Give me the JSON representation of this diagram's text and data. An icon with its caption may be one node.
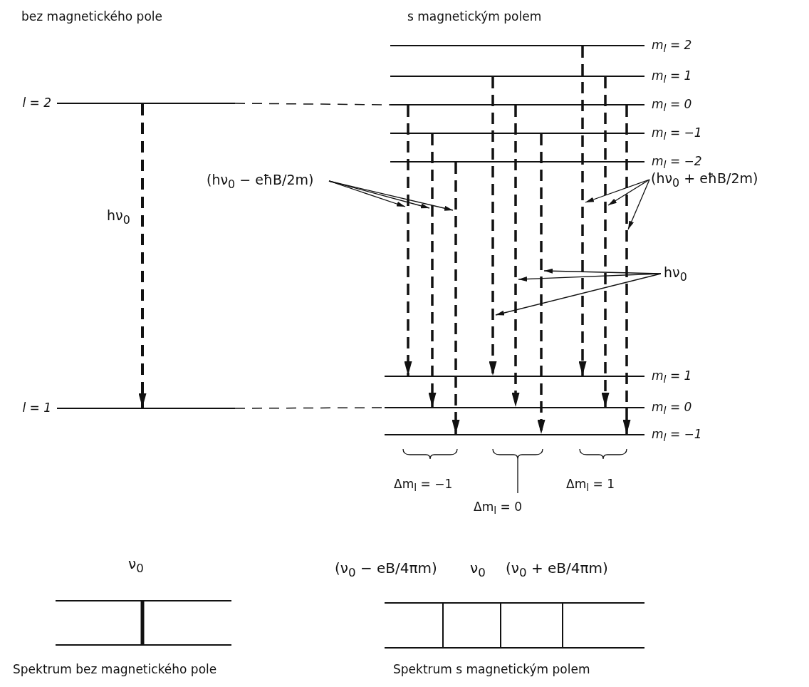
{
  "diagram": {
    "nodes": [
      {
        "text": [
          "l = 2"
        ]
      },
      {
        "text": [
          "l = 1"
        ]
      },
      {
        "text": [
          "m$_{l}$ = 2"
        ]
      },
      {
        "text": [
          "m$_{l}$ = 1"
        ]
      },
      {
        "text": [
          "m$_{l}$ = 0"
        ]
      },
      {
        "text": [
          "m$_{l}$ = −1"
        ]
      },
      {
        "text": [
          "m$_{l}$ = −2"
        ]
      },
      {
        "text": [
          "m$_{l}$ = 1"
        ]
      },
      {
        "text": [
          "m$_{l}$ = 0"
        ]
      },
      {
        "text": [
          "m$_{l}$ = −1"
        ]
      },
      {
        "text": [
          "(hν$_{0}$ − eħB/2m)"
        ]
      },
      {
        "text": [
          "(hν$_{0}$ + eħB/2m)"
        ]
      },
      {
        "text": [
          "hν$_{0}$"
        ]
      }
    ],
    "edges": [
      {
        "from": 0,
        "to": 1,
        "arrow": "to",
        "style": "dashed",
        "label": "hν$_{0}$"
      },
      {
        "from": 0,
        "to": 4,
        "arrow": "none",
        "style": "dashed"
      },
      {
        "from": 1,
        "to": 8,
        "arrow": "none",
        "style": "dashed"
      },
      {
        "from": 4,
        "to": 7,
        "arrow": "to",
        "style": "dashed"
      },
      {
        "from": 5,
        "to": 8,
        "arrow": "to",
        "style": "dashed"
      },
      {
        "from": 6,
        "to": 9,
        "arrow": "to",
        "style": "dashed"
      },
      {
        "from": 3,
        "to": 7,
        "arrow": "to",
        "style": "dashed"
      },
      {
        "from": 4,
        "to": 8,
        "arrow": "to",
        "style": "dashed"
      },
      {
        "from": 5,
        "to": 9,
        "arrow": "to",
        "style": "dashed"
      },
      {
        "from": 2,
        "to": 7,
        "arrow": "to",
        "style": "dashed"
      },
      {
        "from": 3,
        "to": 8,
        "arrow": "to",
        "style": "dashed"
      },
      {
        "from": 4,
        "to": 9,
        "arrow": "to",
        "style": "dashed"
      },
      {
        "from": 10,
        "to": null,
        "arrow": "to"
      },
      {
        "from": 10,
        "to": null,
        "arrow": "to"
      },
      {
        "from": 10,
        "to": null,
        "arrow": "to"
      },
      {
        "from": 11,
        "to": null,
        "arrow": "to"
      },
      {
        "from": 11,
        "to": null,
        "arrow": "to"
      },
      {
        "from": 11,
        "to": null,
        "arrow": "to"
      },
      {
        "from": 12,
        "to": null,
        "arrow": "to"
      },
      {
        "from": 12,
        "to": null,
        "arrow": "to"
      },
      {
        "from": 12,
        "to": null,
        "arrow": "to"
      }
    ],
    "labels": [
      "bez magnetického pole",
      "s magnetickým polem",
      "Δm$_{l}$ = −1",
      "Δm$_{l}$ = 0",
      "Δm$_{l}$ = 1",
      "ν$_{0}$",
      "(ν$_{0}$ − eB/4πm)",
      "ν$_{0}$",
      "(ν$_{0}$ + eB/4πm)",
      "Spektrum bez magnetického pole",
      "Spektrum s magnetickým polem"
    ]
  }
}
